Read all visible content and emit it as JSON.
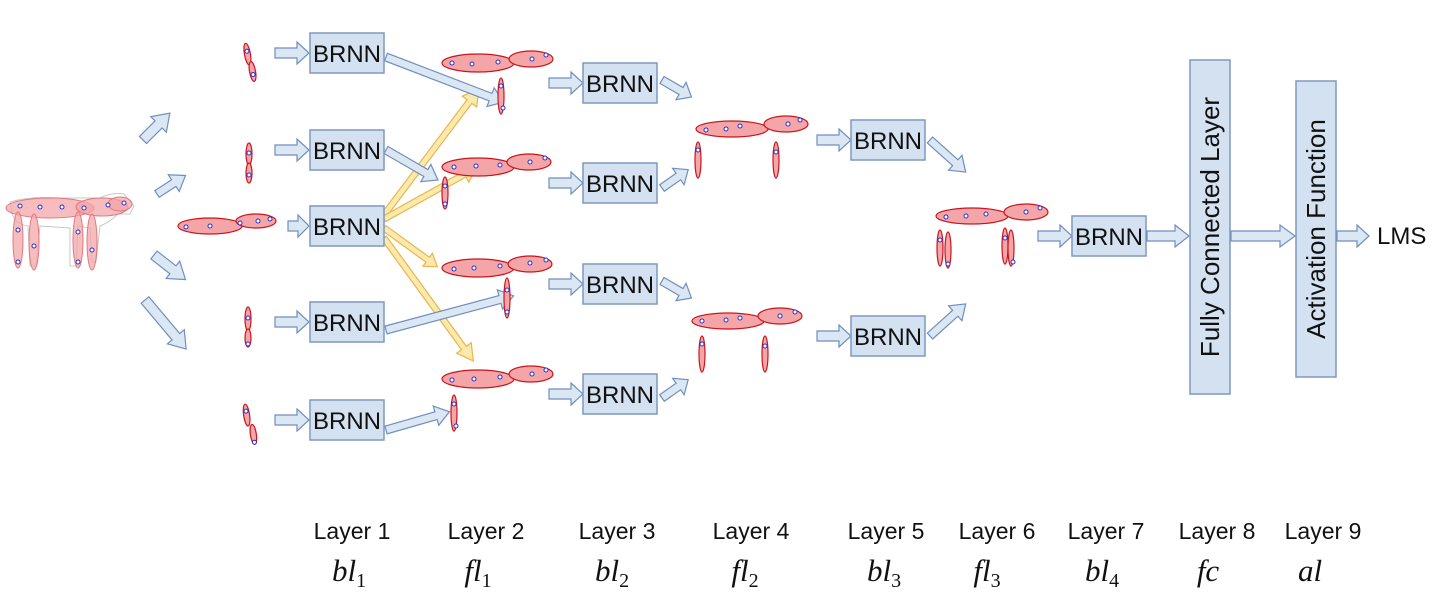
{
  "colors": {
    "box_fill": "#d3e1f1",
    "box_stroke": "#7f99bf",
    "arrow_fill": "#dce7f4",
    "arrow_stroke": "#6f8fbf",
    "yellow_fill": "#fce7a4",
    "yellow_stroke": "#e8b64a",
    "ellipse_fill": "#f3a5a8",
    "ellipse_stroke": "#c9151c",
    "dot_fill": "#ffffff",
    "dot_stroke": "#2b2bd6"
  },
  "nodes": {
    "brnn_label": "BRNN",
    "fc_label": "Fully Connected Layer",
    "act_label": "Activation Function",
    "output_label": "LMS"
  },
  "layers": [
    {
      "name": "Layer 1",
      "sym": "bl",
      "sub": "1"
    },
    {
      "name": "Layer 2",
      "sym": "fl",
      "sub": "1"
    },
    {
      "name": "Layer 3",
      "sym": "bl",
      "sub": "2"
    },
    {
      "name": "Layer 4",
      "sym": "fl",
      "sub": "2"
    },
    {
      "name": "Layer 5",
      "sym": "bl",
      "sub": "3"
    },
    {
      "name": "Layer 6",
      "sym": "fl",
      "sub": "3"
    },
    {
      "name": "Layer 7",
      "sym": "bl",
      "sub": "4"
    },
    {
      "name": "Layer 8",
      "sym": "fc",
      "sub": ""
    },
    {
      "name": "Layer 9",
      "sym": "al",
      "sub": ""
    }
  ]
}
